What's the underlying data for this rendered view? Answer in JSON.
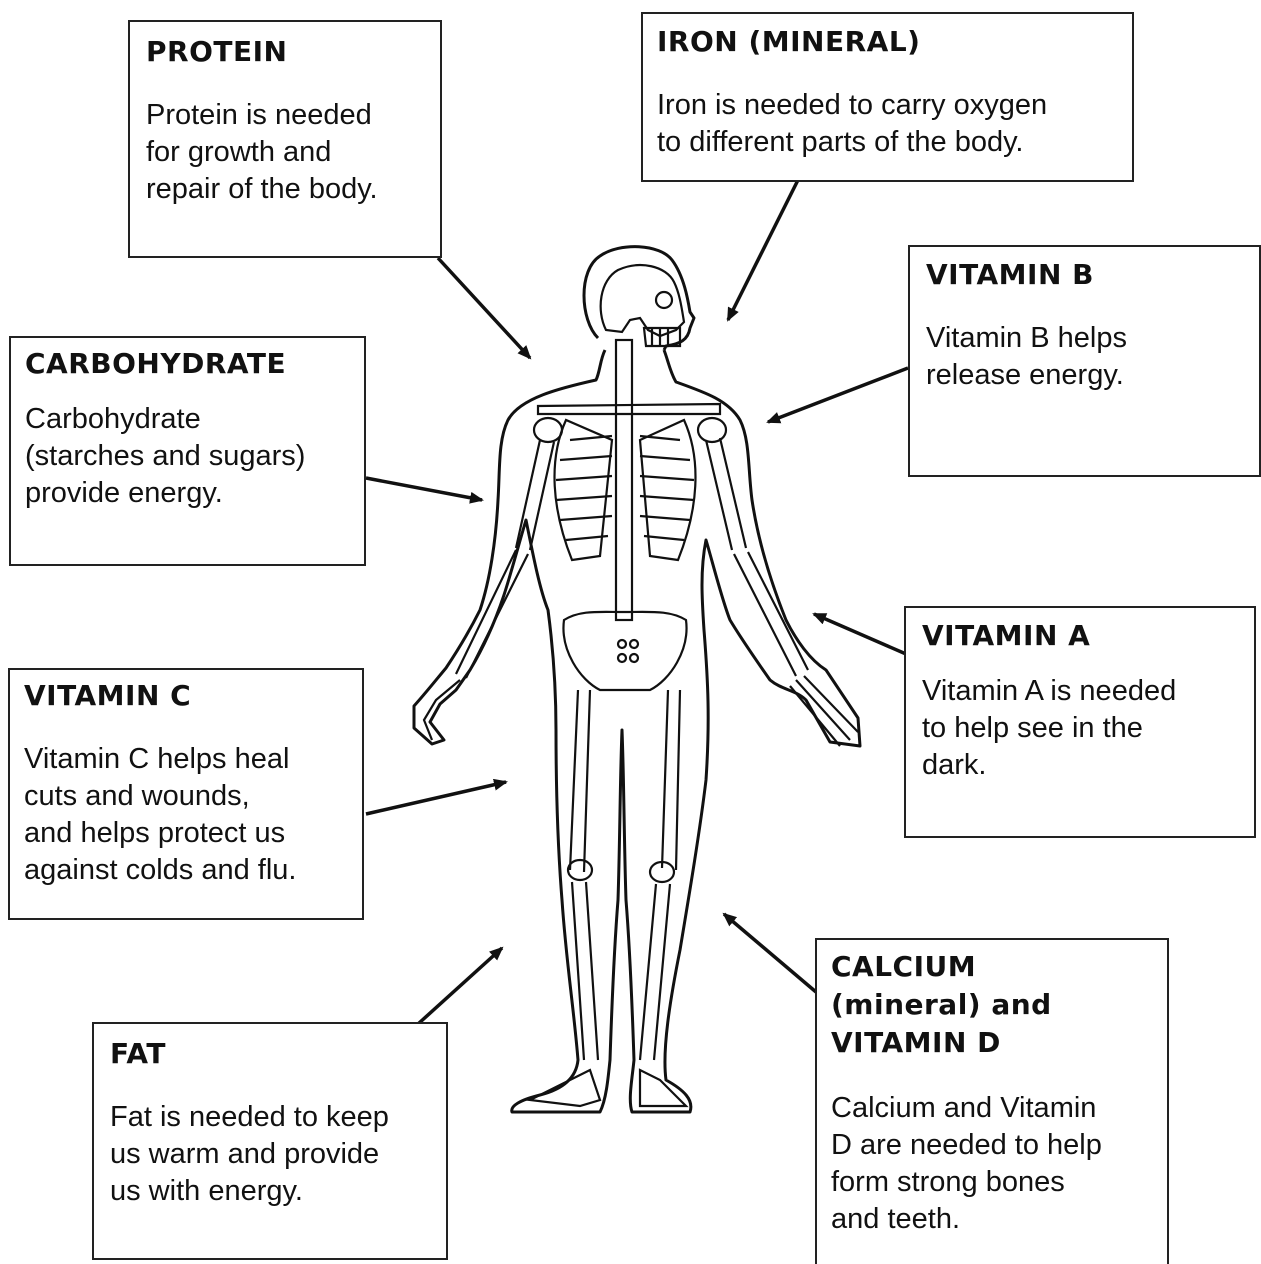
{
  "nutrients": {
    "protein": {
      "title": "PROTEIN",
      "text": [
        "Protein is needed",
        "for growth and",
        "repair of the body."
      ]
    },
    "iron": {
      "title": "IRON (MINERAL)",
      "text": [
        "Iron is needed to carry oxygen",
        "to different parts of the body."
      ]
    },
    "vitamin_b": {
      "title": "VITAMIN B",
      "text": [
        "Vitamin B helps",
        "release energy."
      ]
    },
    "carbohydrate": {
      "title": "CARBOHYDRATE",
      "text": [
        "Carbohydrate",
        "(starches and sugars)",
        "provide energy."
      ]
    },
    "vitamin_a": {
      "title": "VITAMIN A",
      "text": [
        "Vitamin A is needed",
        "to help see in the",
        "dark."
      ]
    },
    "vitamin_c": {
      "title": "VITAMIN C",
      "text": [
        "Vitamin C helps heal",
        "cuts and wounds,",
        "and helps protect us",
        "against colds and flu."
      ]
    },
    "calcium": {
      "title": [
        "CALCIUM",
        "(mineral) and",
        "VITAMIN D"
      ],
      "text": [
        "Calcium and Vitamin",
        "D are needed to help",
        "form strong bones",
        "and teeth."
      ]
    },
    "fat": {
      "title": "FAT",
      "text": [
        "Fat is needed to keep",
        "us warm and provide",
        "us with energy."
      ]
    }
  },
  "colors": {
    "ink": "#111111",
    "paper": "#ffffff"
  }
}
